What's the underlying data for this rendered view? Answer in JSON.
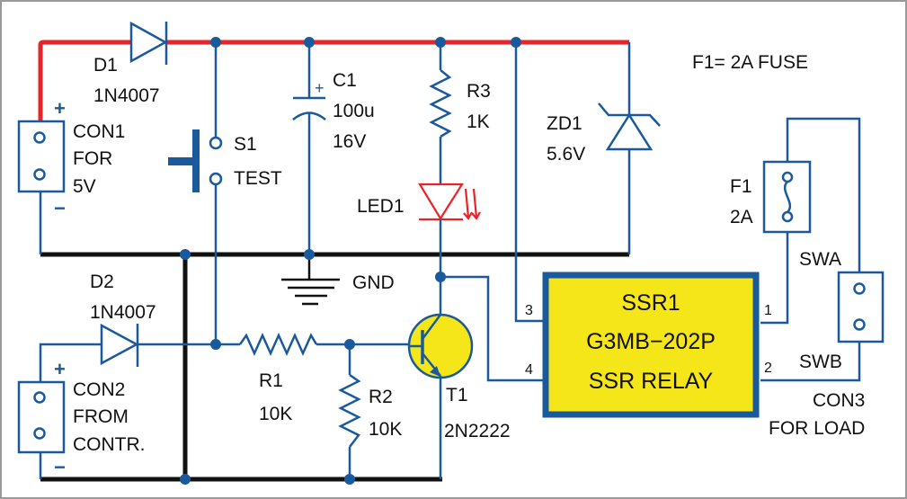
{
  "diagram": {
    "title_note": "F1= 2A FUSE",
    "colors": {
      "wire": "#1a5a9c",
      "positive_rail": "#e8232a",
      "ground_rail": "#111111",
      "component_fill": "#f5e61a",
      "led": "#e8232a"
    },
    "components": {
      "d1": {
        "ref": "D1",
        "value": "1N4007"
      },
      "d2": {
        "ref": "D2",
        "value": "1N4007"
      },
      "con1": {
        "ref": "CON1",
        "line2": "FOR",
        "line3": "5V",
        "plus": "+",
        "minus": "−"
      },
      "con2": {
        "ref": "CON2",
        "line2": "FROM",
        "line3": "CONTR.",
        "plus": "+",
        "minus": "−"
      },
      "con3": {
        "ref": "CON3",
        "line2": "FOR LOAD",
        "pin_a": "SWA",
        "pin_b": "SWB"
      },
      "s1": {
        "ref": "S1",
        "value": "TEST"
      },
      "c1": {
        "ref": "C1",
        "value": "100u",
        "voltage": "16V",
        "plus": "+"
      },
      "r1": {
        "ref": "R1",
        "value": "10K"
      },
      "r2": {
        "ref": "R2",
        "value": "10K"
      },
      "r3": {
        "ref": "R3",
        "value": "1K"
      },
      "led1": {
        "ref": "LED1"
      },
      "zd1": {
        "ref": "ZD1",
        "value": "5.6V"
      },
      "f1": {
        "ref": "F1",
        "value": "2A"
      },
      "t1": {
        "ref": "T1",
        "value": "2N2222"
      },
      "gnd": {
        "label": "GND"
      },
      "ssr1": {
        "ref": "SSR1",
        "part": "G3MB−202P",
        "desc": "SSR RELAY",
        "pin1": "1",
        "pin2": "2",
        "pin3": "3",
        "pin4": "4"
      }
    }
  }
}
